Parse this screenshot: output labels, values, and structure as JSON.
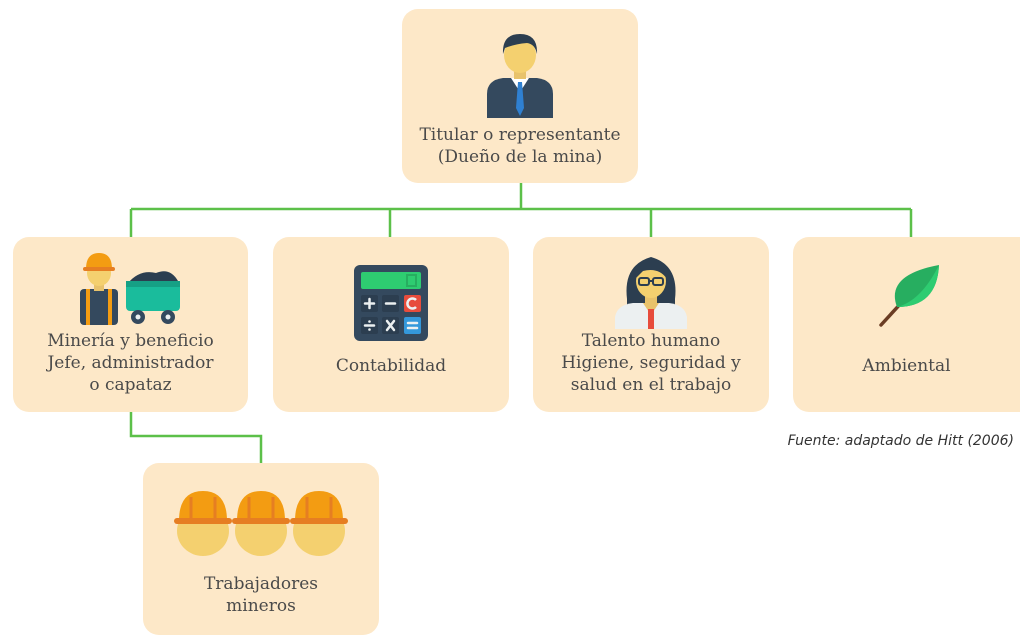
{
  "colors": {
    "box_fill": "#fde8c8",
    "connector": "#5cc049",
    "text": "#4a4a4a"
  },
  "nodes": {
    "owner": {
      "icon": "businessman-icon",
      "lines": [
        "Titular o representante",
        "(Dueño de la mina)"
      ]
    },
    "mining": {
      "icon": "miner-with-ore-cart-icon",
      "lines": [
        "Minería y beneficio",
        "Jefe, administrador",
        "o capataz"
      ]
    },
    "accounting": {
      "icon": "calculator-icon",
      "lines": [
        "Contabilidad"
      ]
    },
    "hr": {
      "icon": "woman-with-glasses-icon",
      "lines": [
        "Talento humano",
        "Higiene, seguridad y",
        "salud en el trabajo"
      ]
    },
    "environment": {
      "icon": "leaf-icon",
      "lines": [
        "Ambiental"
      ]
    },
    "workers": {
      "icon": "three-hard-hats-icon",
      "lines": [
        "Trabajadores",
        "mineros"
      ]
    }
  },
  "source": "Fuente: adaptado de Hitt (2006)"
}
